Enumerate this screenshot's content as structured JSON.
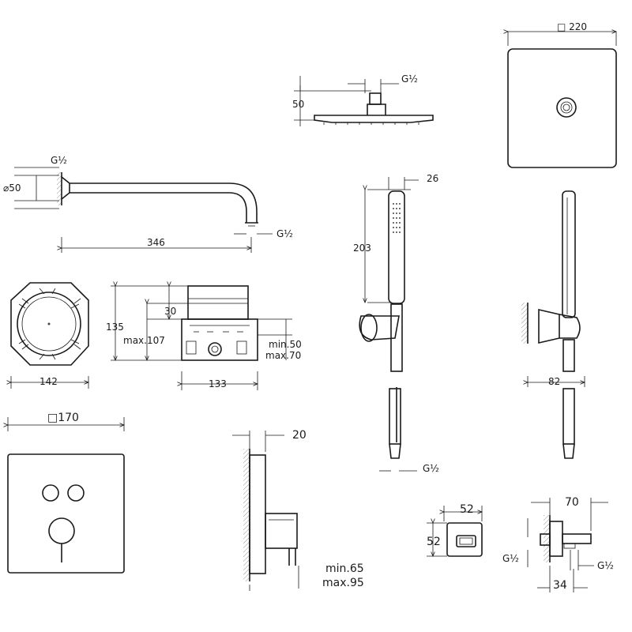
{
  "dimensions": {
    "head_square": "□ 220",
    "head_height": "50",
    "head_thread": "G½",
    "arm_diameter": "⌀50",
    "arm_thread_wall": "G½",
    "arm_length": "346",
    "arm_thread_outlet": "G½",
    "handshower_width": "26",
    "handshower_length": "203",
    "holder_depth": "82",
    "hose_thread": "G½",
    "box_width": "142",
    "body_top": "30",
    "body_height": "135",
    "body_max_depth": "max.107",
    "body_min_wall": "min.50",
    "body_max_wall": "max.70",
    "body_width": "133",
    "plate_square": "□170",
    "plate_depth": "20",
    "valve_min": "min.65",
    "valve_max": "max.95",
    "outlet_width": "52",
    "outlet_height": "52",
    "elbow_length": "70",
    "elbow_thread_left": "G½",
    "elbow_thread_right": "G½",
    "elbow_width": "34"
  },
  "colors": {
    "line": "#1a1a1a",
    "wall": "#d8d8d8"
  }
}
